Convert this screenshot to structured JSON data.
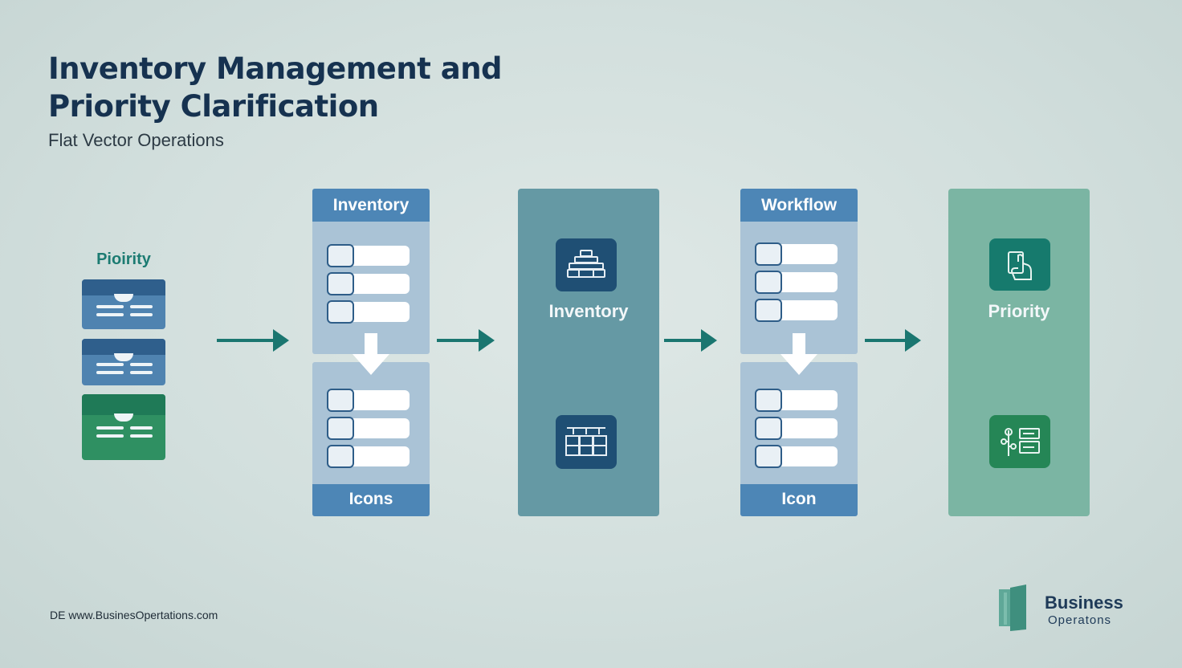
{
  "title": "Inventory Management and Priority Clarification",
  "subtitle": "Flat Vector Operations",
  "priority_group": {
    "label": "Pioirity"
  },
  "stage_inventory": {
    "header": "Inventory",
    "footer": "Icons"
  },
  "stage_inventory_summary": {
    "label": "Inventory"
  },
  "stage_workflow": {
    "header": "Workflow",
    "footer": "Icon"
  },
  "stage_priority": {
    "label": "Priority"
  },
  "footer": {
    "text": "DE  www.BusinesOpertations.com"
  },
  "brand": {
    "name": "Business",
    "tagline": "Operatons"
  },
  "colors": {
    "background": "#d2dfdd",
    "title": "#163250",
    "accent_teal": "#1c7b72",
    "panel_blue": "#4d86b6",
    "panel_light": "#aac3d6",
    "slate_panel": "#6599a4",
    "green_panel": "#7bb5a3",
    "icon_navy": "#1f4f74",
    "icon_teal": "#167a6d",
    "icon_green": "#258656"
  },
  "icons": {
    "summary_top": "stacked-boxes-icon",
    "summary_bottom": "warehouse-shelf-icon",
    "priority_top": "clipboard-hand-icon",
    "priority_bottom": "tree-checklist-icon"
  }
}
